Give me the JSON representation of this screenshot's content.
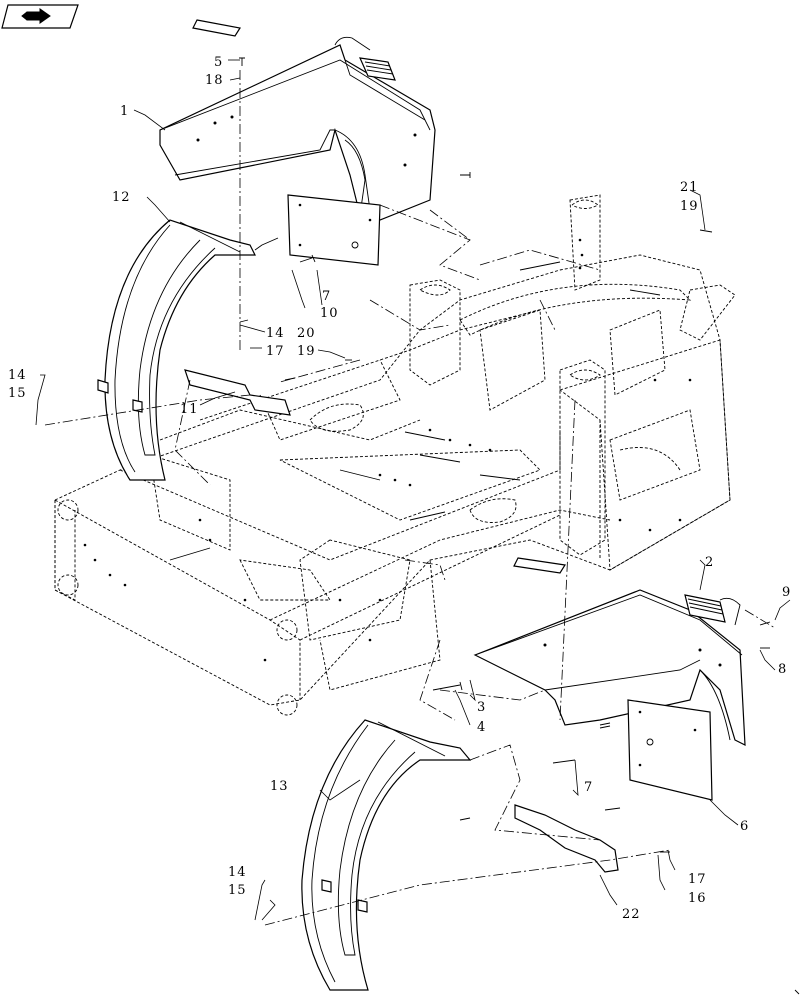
{
  "nav_icon": {
    "name": "next-page-arrow-icon"
  },
  "callouts": [
    {
      "id": "c1",
      "text": "1"
    },
    {
      "id": "c2",
      "text": "2"
    },
    {
      "id": "c3",
      "text": "3"
    },
    {
      "id": "c4",
      "text": "4"
    },
    {
      "id": "c5",
      "text": "5"
    },
    {
      "id": "c6",
      "text": "6"
    },
    {
      "id": "c7a",
      "text": "7"
    },
    {
      "id": "c7b",
      "text": "7"
    },
    {
      "id": "c8",
      "text": "8"
    },
    {
      "id": "c9",
      "text": "9"
    },
    {
      "id": "c10",
      "text": "10"
    },
    {
      "id": "c11",
      "text": "11"
    },
    {
      "id": "c12",
      "text": "12"
    },
    {
      "id": "c13",
      "text": "13"
    },
    {
      "id": "c14a",
      "text": "14"
    },
    {
      "id": "c14b",
      "text": "14"
    },
    {
      "id": "c14c",
      "text": "14"
    },
    {
      "id": "c15a",
      "text": "15"
    },
    {
      "id": "c15b",
      "text": "15"
    },
    {
      "id": "c16",
      "text": "16"
    },
    {
      "id": "c17a",
      "text": "17"
    },
    {
      "id": "c17b",
      "text": "17"
    },
    {
      "id": "c18",
      "text": "18"
    },
    {
      "id": "c19a",
      "text": "19"
    },
    {
      "id": "c19b",
      "text": "19"
    },
    {
      "id": "c20",
      "text": "20"
    },
    {
      "id": "c21",
      "text": "21"
    },
    {
      "id": "c22",
      "text": "22"
    }
  ]
}
